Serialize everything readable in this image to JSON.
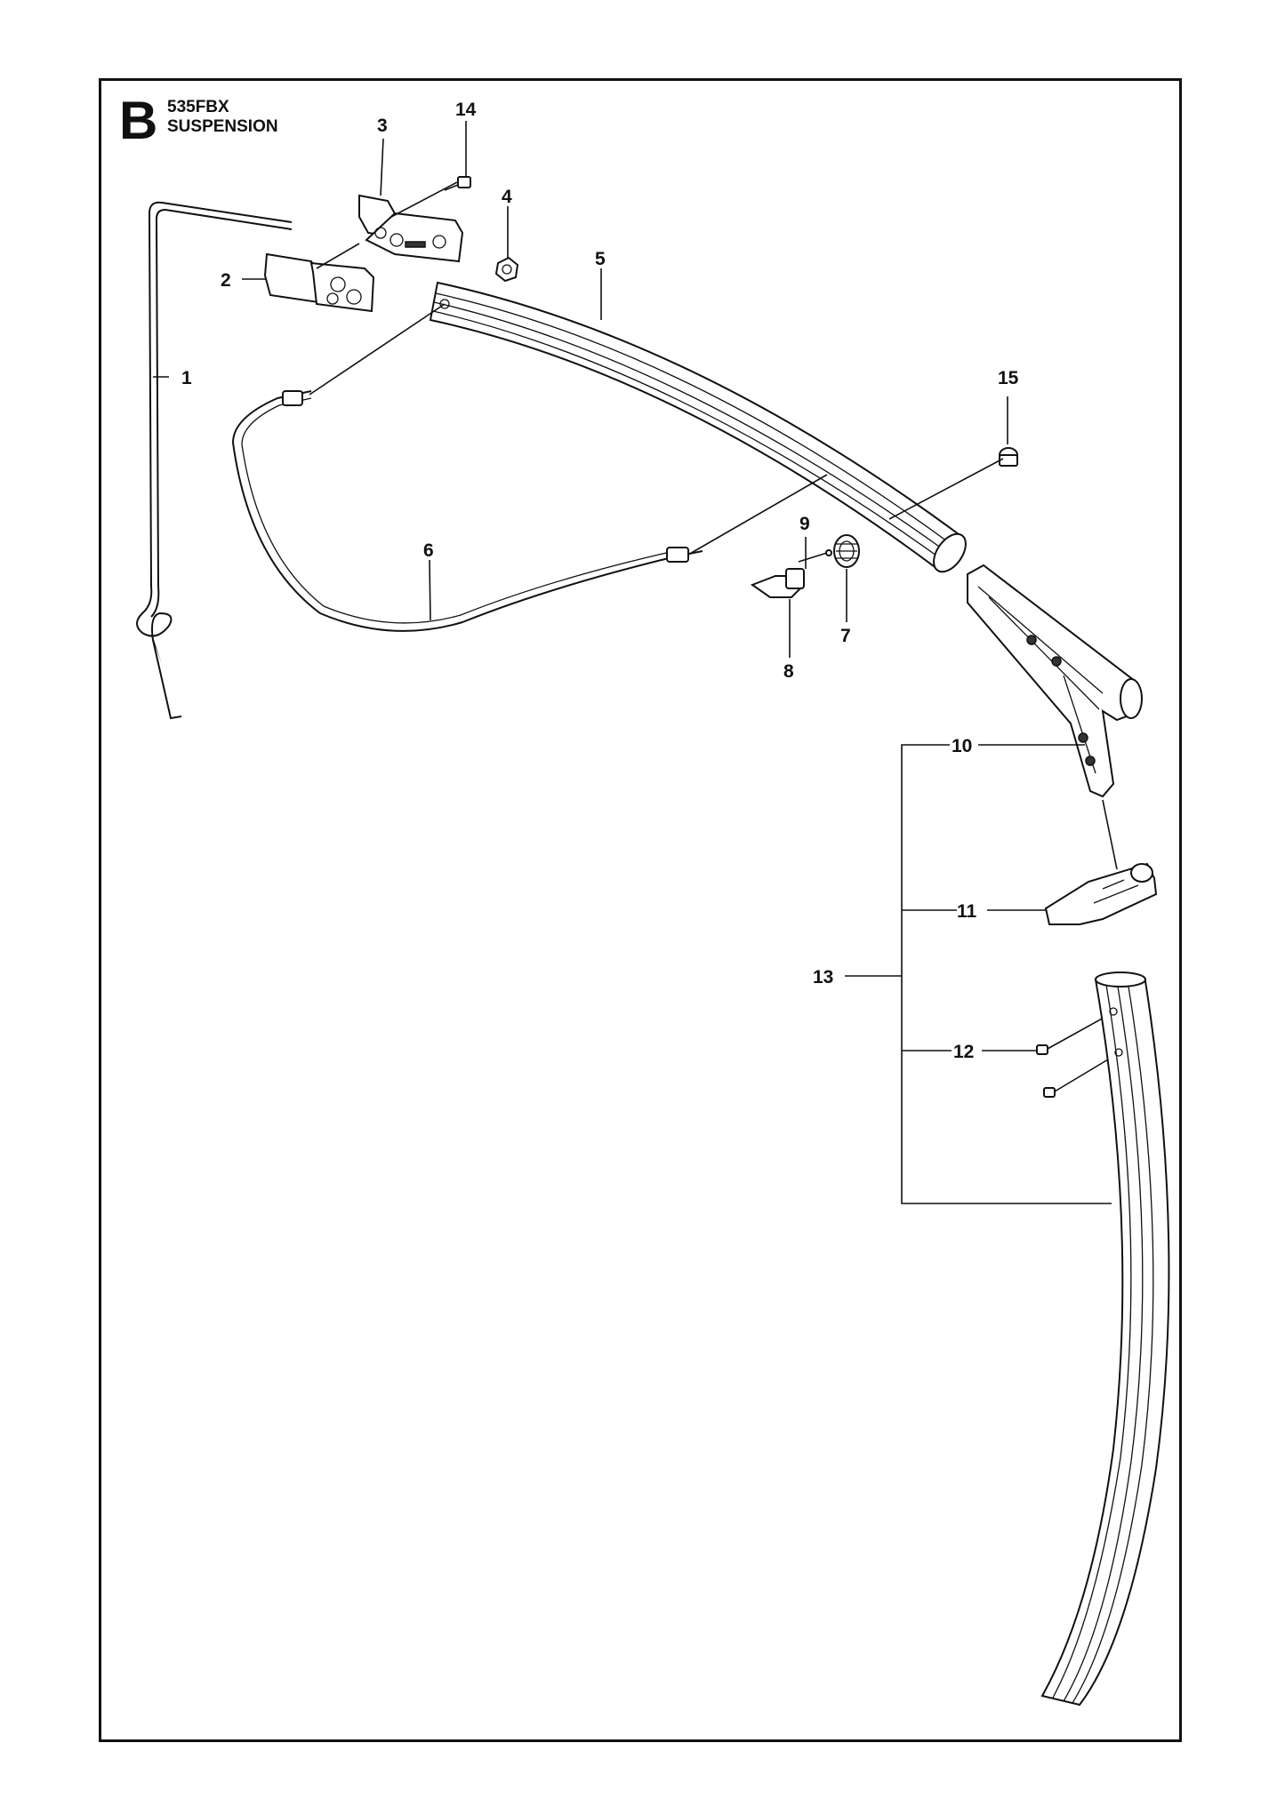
{
  "header": {
    "sheet_letter": "B",
    "model": "535FBX",
    "section": "SUSPENSION"
  },
  "callouts": {
    "c1": "1",
    "c2": "2",
    "c3": "3",
    "c4": "4",
    "c5": "5",
    "c6": "6",
    "c7": "7",
    "c8": "8",
    "c9": "9",
    "c10": "10",
    "c11": "11",
    "c12": "12",
    "c13": "13",
    "c14": "14",
    "c15": "15"
  }
}
